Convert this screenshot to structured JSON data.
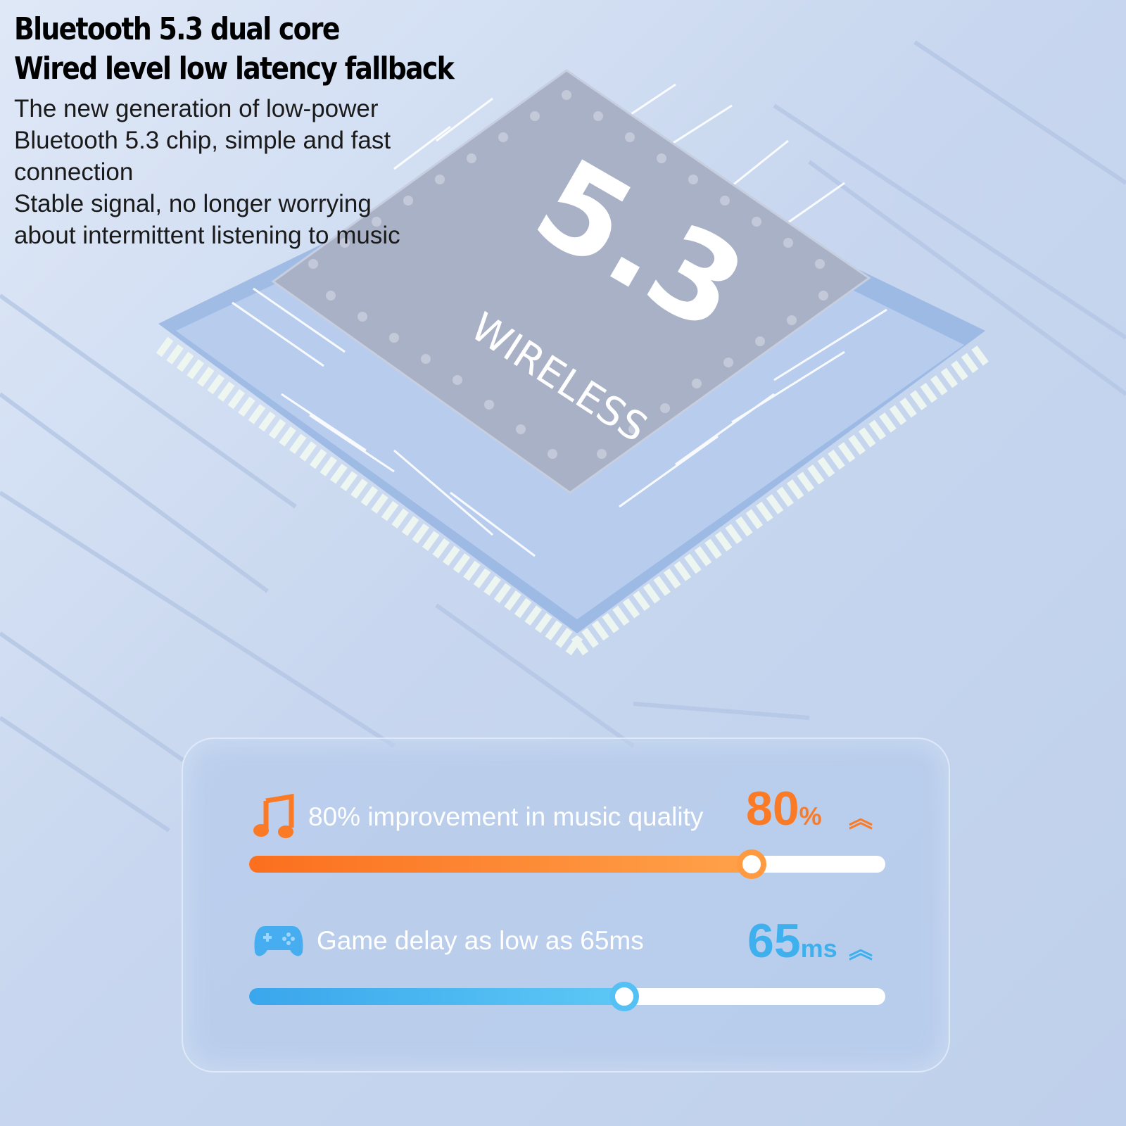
{
  "headline": {
    "line1": "Bluetooth 5.3 dual core",
    "line2": "Wired level low latency fallback"
  },
  "description": {
    "lines": [
      "The new generation of low-power",
      "Bluetooth 5.3 chip, simple and fast",
      "connection",
      "Stable signal, no longer worrying",
      "about intermittent listening to music"
    ]
  },
  "chip": {
    "version": "5.3",
    "label": "WIRELESS"
  },
  "stats": {
    "music": {
      "icon": "music-note-icon",
      "label": "80% improvement in music quality",
      "value": "80",
      "unit": "%",
      "level_percent": 79,
      "color": "#fb7a26"
    },
    "game": {
      "icon": "gamepad-icon",
      "label": "Game delay as low as 65ms",
      "value": "65",
      "unit": "ms",
      "level_percent": 59,
      "color": "#3fb0ee"
    }
  }
}
